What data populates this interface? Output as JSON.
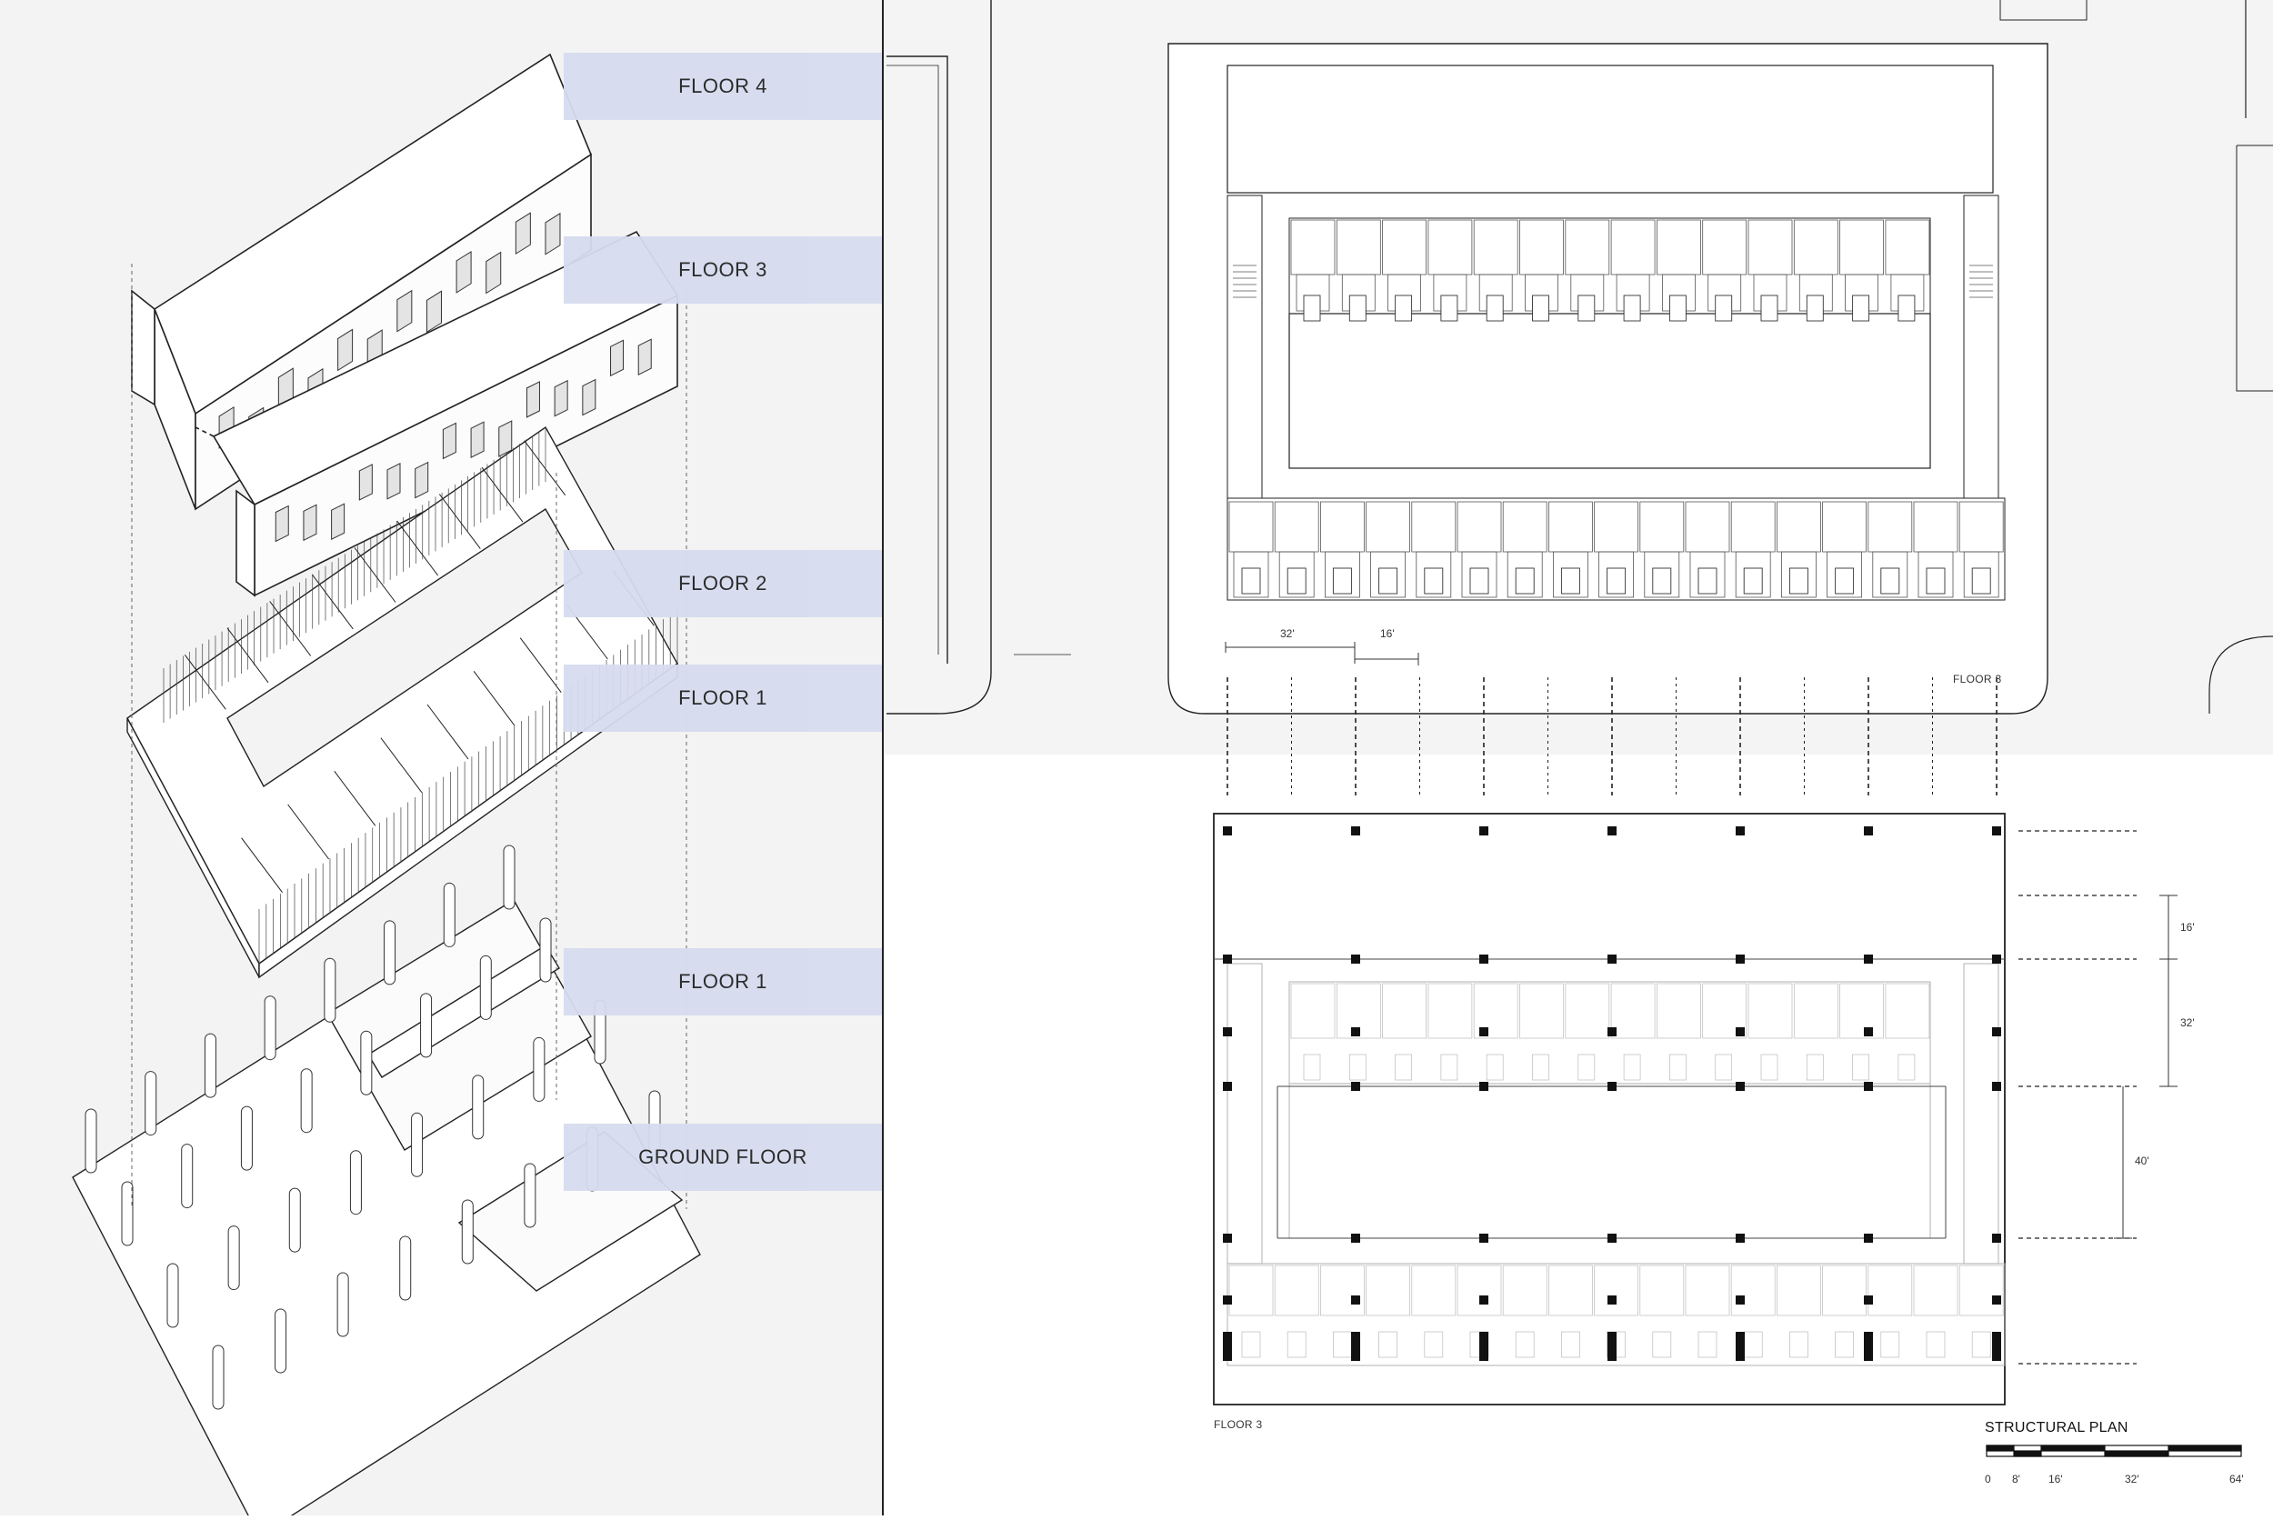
{
  "floor_labels": [
    {
      "text": "FLOOR 4"
    },
    {
      "text": "FLOOR 3"
    },
    {
      "text": "FLOOR 2"
    },
    {
      "text": "FLOOR 1"
    },
    {
      "text": "FLOOR 1"
    },
    {
      "text": "GROUND FLOOR"
    }
  ],
  "top_plan": {
    "caption": "FLOOR 3",
    "dim_a": "32'",
    "dim_b": "16'"
  },
  "structural_plan": {
    "caption": "FLOOR 3",
    "title": "STRUCTURAL PLAN",
    "dims": [
      "16'",
      "32'",
      "40'"
    ],
    "scale_ticks": [
      "0",
      "8'",
      "16'",
      "32'",
      "64'"
    ]
  },
  "colors": {
    "label_band": "#d6dcef",
    "left_panel": "#f3f3f3",
    "line": "#222222"
  }
}
